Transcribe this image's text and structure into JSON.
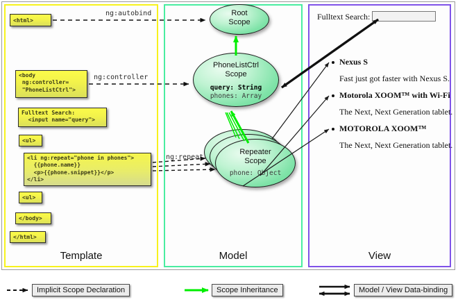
{
  "panels": [
    {
      "key": "template",
      "label": "Template",
      "border_color": "#f7f21c"
    },
    {
      "key": "model",
      "label": "Model",
      "border_color": "#49eda0"
    },
    {
      "key": "view",
      "label": "View",
      "border_color": "#7f52e8"
    }
  ],
  "template": {
    "boxes": [
      {
        "id": "html-open",
        "text": "<html>"
      },
      {
        "id": "body-open",
        "text": "<body\n ng:controller=\n \"PhoneListCtrl\">"
      },
      {
        "id": "search",
        "text": "Fulltext Search:\n  <input name=\"query\">"
      },
      {
        "id": "ul-open",
        "text": "<ul>"
      },
      {
        "id": "li-repeat",
        "text": "<li ng:repeat=\"phone in phones\">\n  {{phone.name}}\n  <p>{{phone.snippet}}</p>\n</li>"
      },
      {
        "id": "ul-close",
        "text": "<ul>"
      },
      {
        "id": "body-close",
        "text": "</body>"
      },
      {
        "id": "html-close",
        "text": "</html>"
      }
    ]
  },
  "model": {
    "scopes": [
      {
        "id": "root-scope",
        "title": "Root\nScope",
        "line1": "Root",
        "line2": "Scope",
        "props": []
      },
      {
        "id": "phonelistctrl-scope",
        "line1": "PhoneListCtrl",
        "line2": "Scope",
        "props": [
          {
            "text": "query: String",
            "strong": true
          },
          {
            "text": "phones: Array",
            "strong": false
          }
        ]
      },
      {
        "id": "repeater-scope",
        "line1": "Repeater",
        "line2": "Scope",
        "props": [
          {
            "text": "phone: Object",
            "strong": false
          }
        ]
      }
    ]
  },
  "edges": {
    "autobind": "ng:autobind",
    "controller": "ng:controller",
    "repeat": "ng:repeat"
  },
  "view": {
    "search_label": "Fulltext Search:",
    "search_value": "",
    "items": [
      {
        "name": "Nexus S",
        "snippet": "Fast just got faster with Nexus S."
      },
      {
        "name": "Motorola XOOM™  with Wi-Fi",
        "snippet": "The Next, Next Generation tablet."
      },
      {
        "name": "MOTOROLA XOOM™",
        "snippet": "The Next, Next Generation tablet."
      }
    ]
  },
  "legend": [
    {
      "id": "implicit-scope-declaration",
      "label": "Implicit Scope Declaration",
      "style": "dashed-arrow",
      "color": "#000000"
    },
    {
      "id": "scope-inheritance",
      "label": "Scope Inheritance",
      "style": "green-arrow",
      "color": "#00ee00"
    },
    {
      "id": "model-view-data-binding",
      "label": "Model / View Data-binding",
      "style": "double-arrow",
      "color": "#000000"
    }
  ]
}
